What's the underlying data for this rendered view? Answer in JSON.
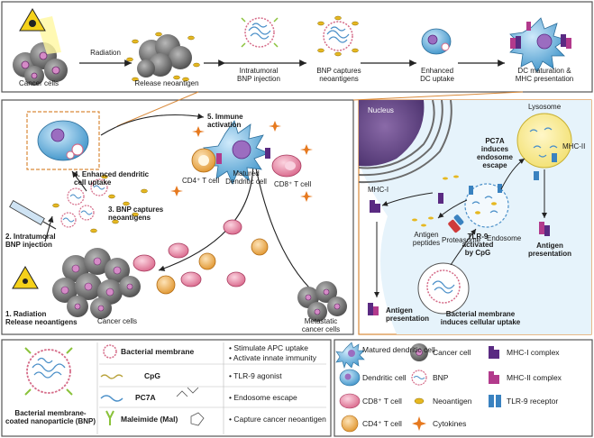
{
  "top_flow": {
    "steps": [
      {
        "label": "Cancer cells"
      },
      {
        "label": "Release neoantigen"
      },
      {
        "label": "Intratumoral\nBNP injection"
      },
      {
        "label": "BNP captures\nneoantigens"
      },
      {
        "label": "Enhanced\nDC uptake"
      },
      {
        "label": "DC maturation &\nMHC presentation"
      }
    ],
    "arrow_label": "Radiation"
  },
  "middle_left": {
    "labels": {
      "immune_activation": "5. Immune\nactivation",
      "matured_dc": "Matured\nDendritic cell",
      "cd4": "CD4⁺ T cell",
      "cd8": "CD8⁺ T cell",
      "enhanced_uptake": "4. Enhanced dendritic\ncell uptake",
      "bnp_captures": "3. BNP captures\nneoantigens",
      "injection": "2. Intratumoral\nBNP injection",
      "radiation": "1. Radiation\nRelease neoantigens",
      "cancer_cells": "Cancer cells",
      "metastatic": "Metastatic\ncancer cells"
    }
  },
  "middle_right": {
    "labels": {
      "nucleus": "Nucleus",
      "lysosome": "Lysosome",
      "mhc1": "MHC-I",
      "mhc2": "MHC-II",
      "pc7a": "PC7A\ninduces\nendosome\nescape",
      "antigen_peptides": "Antigen\npeptides",
      "proteasome": "Proteasome",
      "tlr9": "TLR-9\nactivated\nby CpG",
      "endosome": "Endosome",
      "antigen_presentation_right": "Antigen\npresentation",
      "bacterial_uptake": "Bacterial membrane\ninduces cellular uptake",
      "antigen_presentation_left": "Antigen\npresentation"
    }
  },
  "legend_left": {
    "bnp_name": "Bacterial membrane-\ncoated nanoparticle (BNP)",
    "rows": [
      {
        "name": "Bacterial membrane",
        "notes": [
          "• Stimulate APC uptake",
          "• Activate innate immunity"
        ]
      },
      {
        "name": "CpG",
        "notes": [
          "• TLR-9 agonist"
        ]
      },
      {
        "name": "PC7A",
        "notes": [
          "• Endosome escape"
        ]
      },
      {
        "name": "Maleimide (Mal)",
        "notes": [
          "• Capture cancer neoantigen"
        ]
      }
    ]
  },
  "legend_right": {
    "items": [
      {
        "label": "Matured\ndendritic cell"
      },
      {
        "label": "Cancer cell"
      },
      {
        "label": "MHC-I complex"
      },
      {
        "label": "Dendritic cell"
      },
      {
        "label": "BNP"
      },
      {
        "label": "MHC-II complex"
      },
      {
        "label": "CD8⁺ T cell"
      },
      {
        "label": "Neoantigen"
      },
      {
        "label": "TLR-9 receptor"
      },
      {
        "label": "CD4⁺ T cell"
      },
      {
        "label": "Cytokines"
      }
    ]
  },
  "colors": {
    "panel_border": "#555555",
    "orange_border": "#d98a3a",
    "cancer_gray": "#7a7a7a",
    "dc_blue": "#4aa3d6",
    "neoantigen_yellow": "#e6b821",
    "cd8_pink": "#e27a9b",
    "cd4_orange": "#e8a13a",
    "mhc1_purple": "#5a2a82",
    "mhc2_magenta": "#b23a8c",
    "tlr9_blue": "#3a82c0"
  }
}
